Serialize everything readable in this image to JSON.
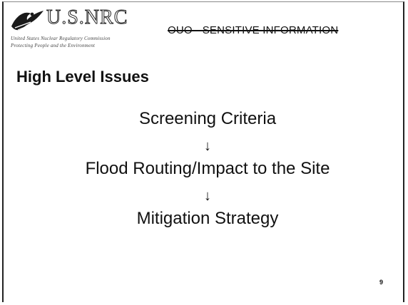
{
  "header": {
    "logo_text": "U.S.NRC",
    "logo_tagline_1": "United States Nuclear Regulatory Commission",
    "logo_tagline_2": "Protecting People and the Environment",
    "marking": "OUO - SENSITIVE INFORMATION"
  },
  "slide": {
    "title": "High Level Issues",
    "flow": [
      "Screening Criteria",
      "Flood Routing/Impact to the Site",
      "Mitigation Strategy"
    ],
    "arrow_glyph": "↓",
    "page_number": "9"
  }
}
